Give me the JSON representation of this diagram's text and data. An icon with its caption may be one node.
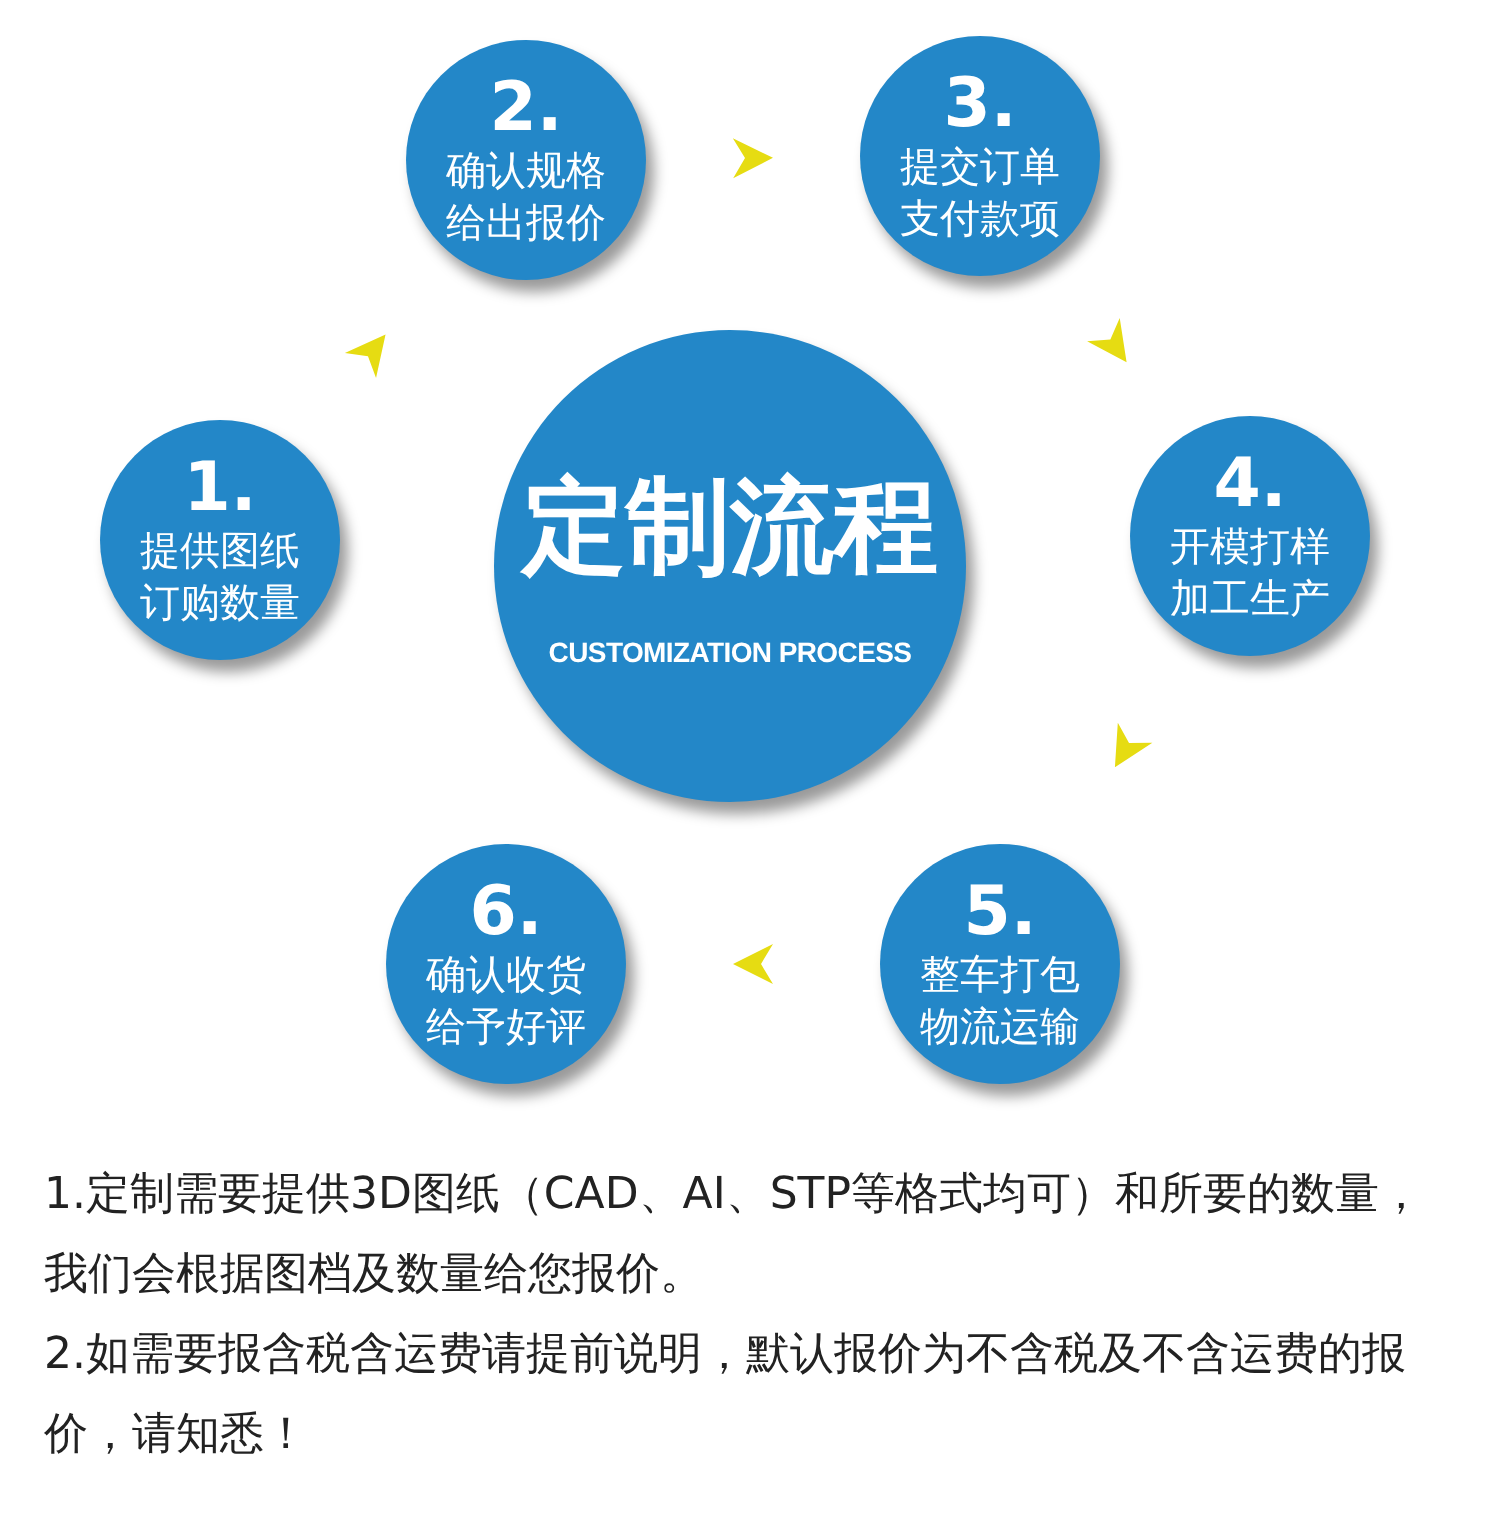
{
  "diagram": {
    "nodes": [
      {
        "text": [
          "定制流程",
          "CUSTOMIZATION PROCESS"
        ]
      },
      {
        "text": [
          "1.",
          "提供图纸订购数量"
        ]
      },
      {
        "text": [
          "2.",
          "确认规格给出报价"
        ]
      },
      {
        "text": [
          "3.",
          "提交订单支付款项"
        ]
      },
      {
        "text": [
          "4.",
          "开模打样加工生产"
        ]
      },
      {
        "text": [
          "5.",
          "整车打包物流运输"
        ]
      },
      {
        "text": [
          "6.",
          "确认收货给予好评"
        ]
      }
    ],
    "edges": [
      {
        "from": 1,
        "to": 2,
        "arrow": "to"
      },
      {
        "from": 2,
        "to": 3,
        "arrow": "to"
      },
      {
        "from": 3,
        "to": 4,
        "arrow": "to"
      },
      {
        "from": 4,
        "to": 5,
        "arrow": "to"
      },
      {
        "from": 5,
        "to": 6,
        "arrow": "to"
      }
    ],
    "labels": [
      "1.定制需要提供3D图纸（CAD、AI、STP等格式均可）和所要的数量，我们会根据图档及数量给您报价。",
      "2.如需要报含税含运费请提前说明，默认报价为不含税及不含运费的报价，请知悉！"
    ]
  }
}
